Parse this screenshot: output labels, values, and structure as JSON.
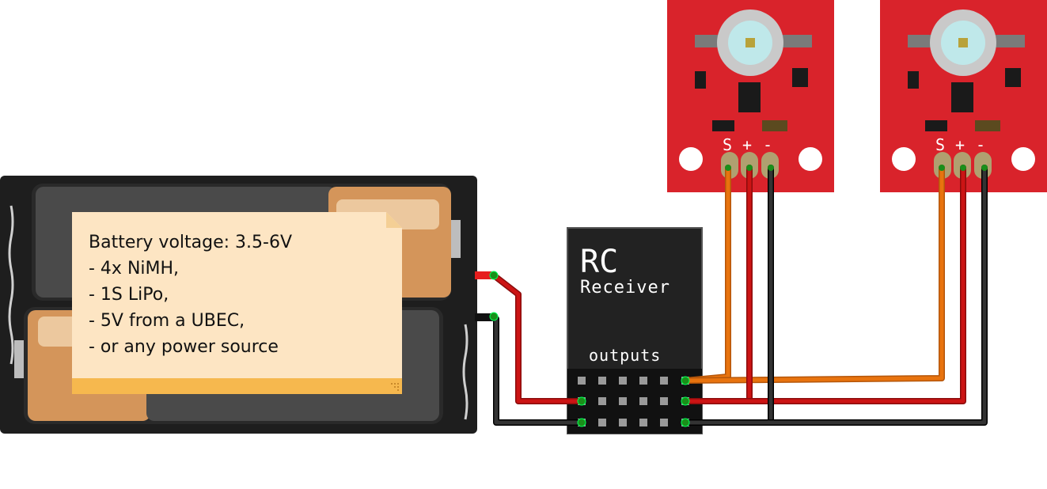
{
  "note": {
    "lines": [
      "Battery voltage: 3.5-6V",
      "- 4x NiMH,",
      "- 1S LiPo,",
      "- 5V from a UBEC,",
      "- or any power source"
    ]
  },
  "receiver": {
    "title": "RC",
    "subtitle": "Receiver",
    "outputs_label": "outputs"
  },
  "led_modules": [
    {
      "pin_labels": [
        "S",
        "+",
        "-"
      ]
    },
    {
      "pin_labels": [
        "S",
        "+",
        "-"
      ]
    }
  ],
  "colors": {
    "wire_red": "#cc1414",
    "wire_black": "#222222",
    "wire_orange": "#e8730e",
    "board_red": "#d9232b",
    "note_bg": "#fde5c3",
    "note_footer": "#f6b84e"
  }
}
